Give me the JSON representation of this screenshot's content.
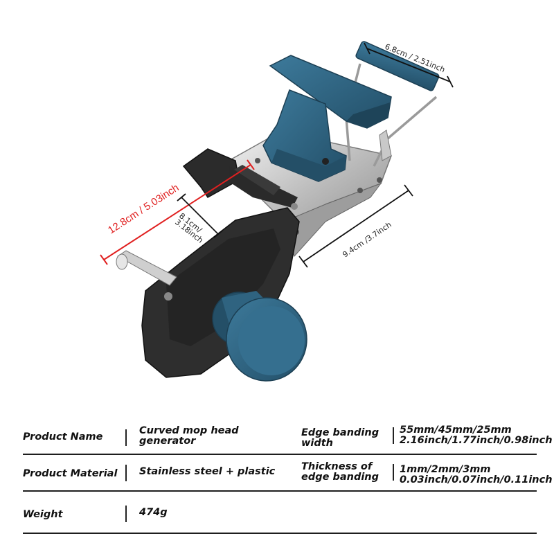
{
  "dimensions": {
    "top_width": "6.8cm / 2.51inch",
    "length": "12.8cm / 5.03inch",
    "inner_line1": "8.1cm/",
    "inner_line2": "3.18inch",
    "side_length": "9.4cm /3.7inch"
  },
  "colors": {
    "accent_blue": "#2f6380",
    "dimension_red": "#e02020"
  },
  "specs": {
    "product_name_label": "Product Name",
    "product_name_line1": "Curved mop head",
    "product_name_line2": "generator",
    "edge_width_label_line1": "Edge banding",
    "edge_width_label_line2": "width",
    "edge_width_value_line1": "55mm/45mm/25mm",
    "edge_width_value_line2": "2.16inch/1.77inch/0.98inch",
    "material_label": "Product Material",
    "material_value": "Stainless steel + plastic",
    "thickness_label_line1": "Thickness of",
    "thickness_label_line2": "edge banding",
    "thickness_value_line1": "1mm/2mm/3mm",
    "thickness_value_line2": "0.03inch/0.07inch/0.11inch",
    "weight_label": "Weight",
    "weight_value": "474g"
  }
}
